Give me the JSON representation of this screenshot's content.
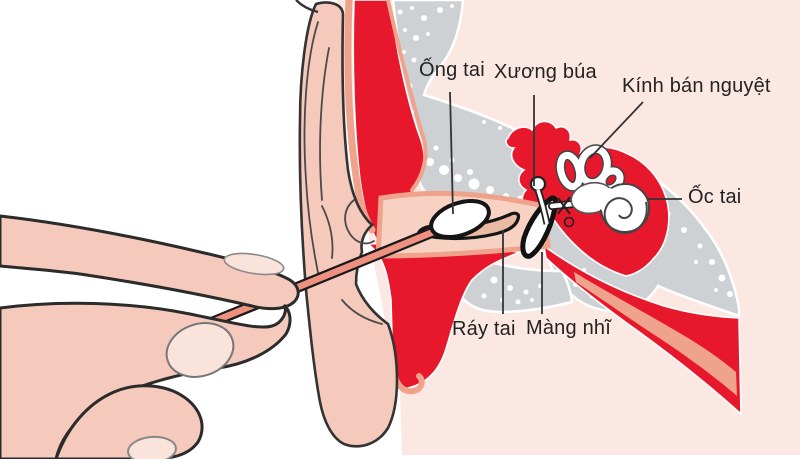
{
  "diagram": {
    "labels": {
      "ear_canal": "Ống tai",
      "malleus": "Xương búa",
      "semicircular_canals": "Kính bán nguyệt",
      "cochlea": "Ốc tai",
      "earwax": "Ráy tai",
      "eardrum": "Màng nhĩ"
    },
    "colors": {
      "background": "#ffffff",
      "head_fill": "#fce8e3",
      "bone_gray": "#ced1d4",
      "tissue_red": "#e8182c",
      "salmon": "#efa28c",
      "canal_skin": "#f7d2c3",
      "pinna_skin": "#f5c9bc",
      "nail": "#fae3da",
      "wax": "#e9bba3",
      "outline_dark": "#222222",
      "label_text": "#222222"
    }
  }
}
